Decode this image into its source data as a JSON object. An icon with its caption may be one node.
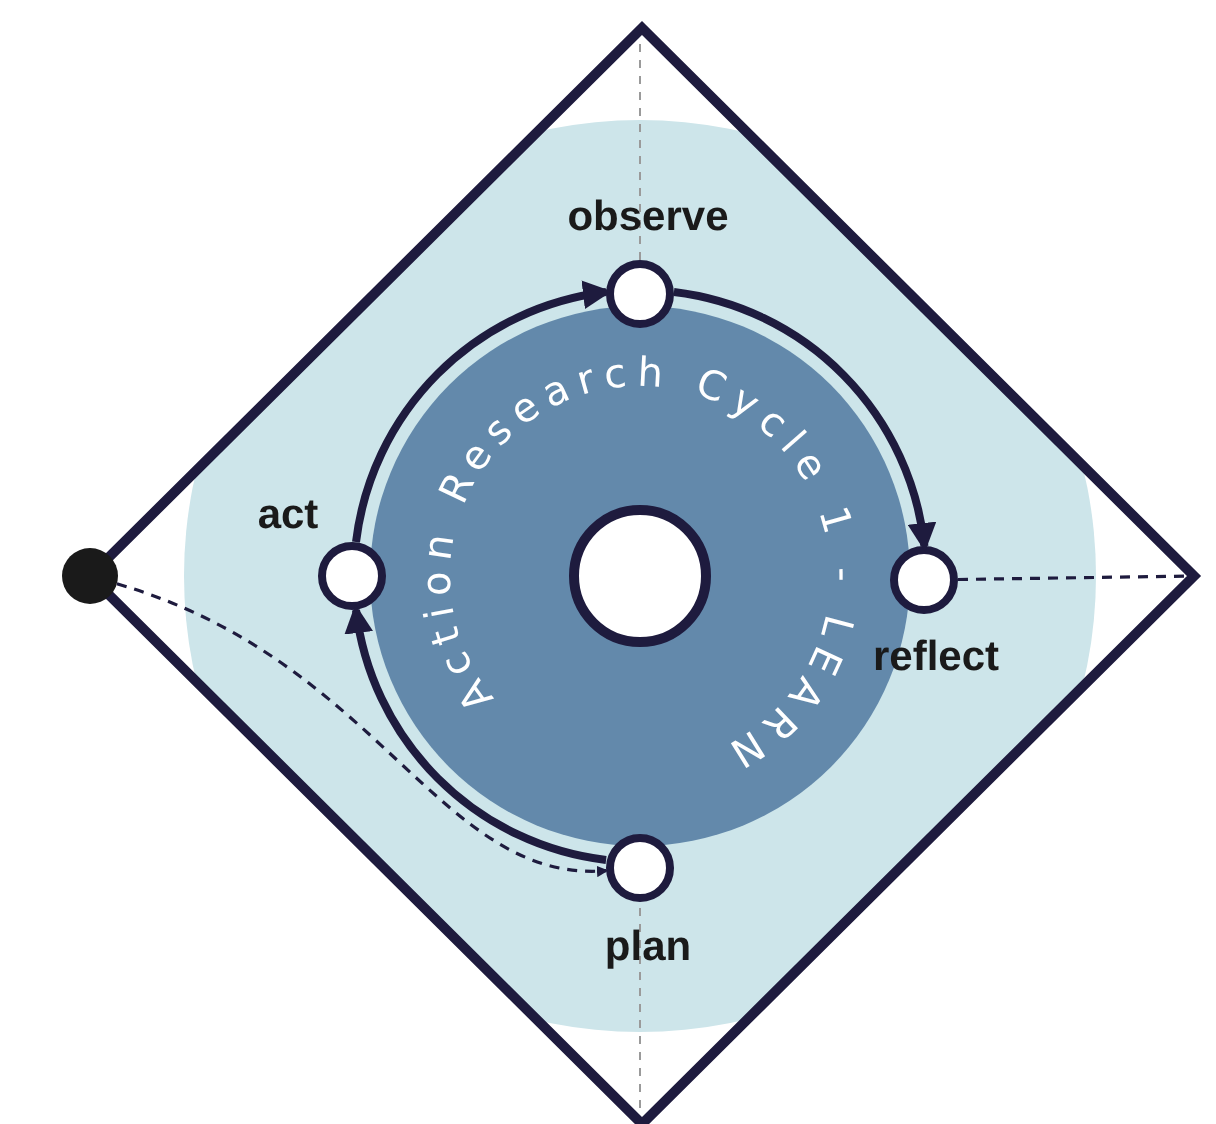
{
  "diagram": {
    "nodes": [
      {
        "text": [],
        "shape": "diamond"
      },
      {
        "text": [],
        "shape": "circle"
      },
      {
        "text": [
          "Action Research Cycle 1 - LEARN"
        ],
        "in": 0
      },
      {
        "text": [
          "observe"
        ],
        "in": 0
      },
      {
        "text": [
          "act"
        ],
        "in": 0
      },
      {
        "text": [
          "reflect"
        ],
        "in": 0
      },
      {
        "text": [
          "plan"
        ],
        "in": 0
      }
    ],
    "edges": [
      {
        "from": 4,
        "to": 3,
        "arrow": "to"
      },
      {
        "from": 3,
        "to": 5,
        "arrow": "to"
      },
      {
        "from": 6,
        "to": 4,
        "arrow": "to"
      },
      {
        "from": 1,
        "to": 6,
        "arrow": "to",
        "style": "dashed"
      },
      {
        "from": 5,
        "to": 0,
        "arrow": "none",
        "style": "dashed"
      }
    ]
  }
}
